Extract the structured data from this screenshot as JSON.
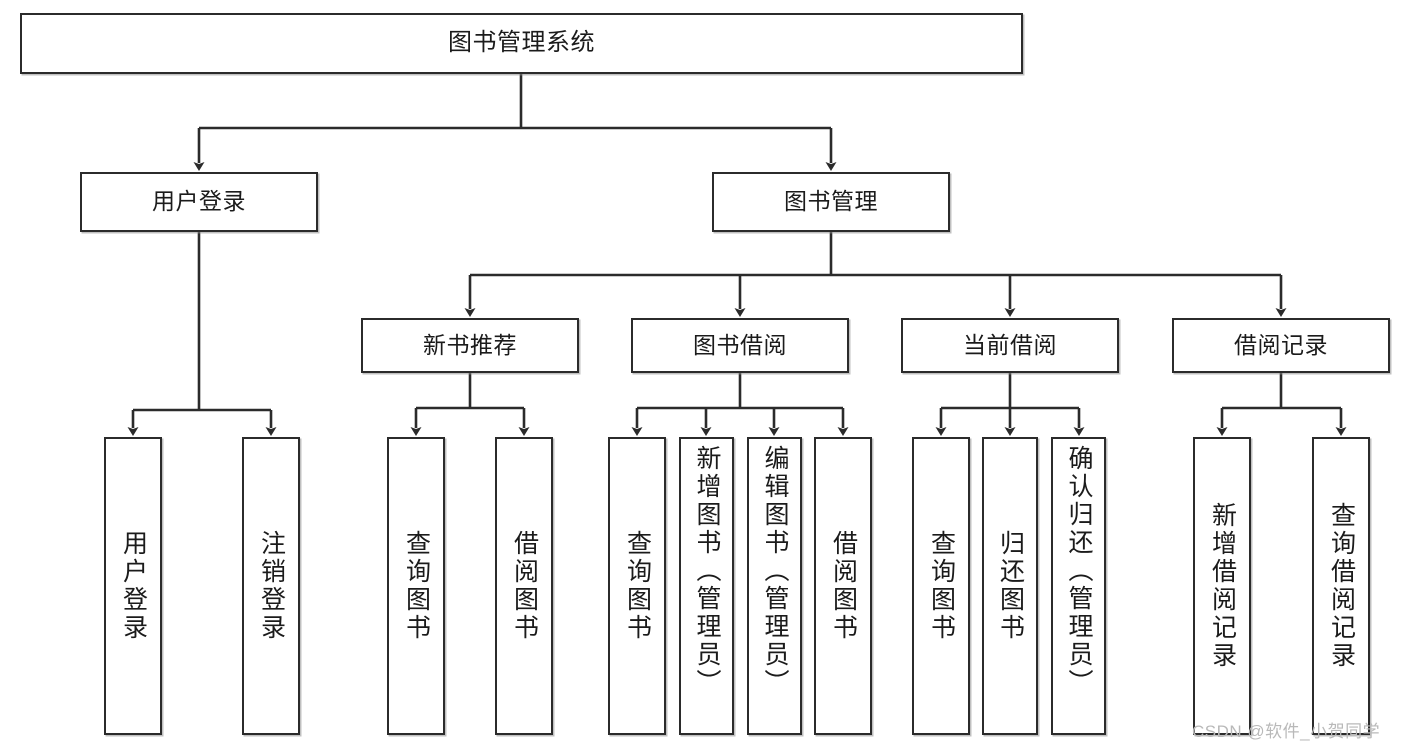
{
  "diagram": {
    "title": "图书管理系统",
    "type": "tree",
    "background_color": "#ffffff",
    "line_color": "#2b2b2b",
    "box_fill": "#ffffff"
  },
  "nodes": {
    "root": {
      "label": "图书管理系统"
    },
    "level2": [
      {
        "label": "用户登录"
      },
      {
        "label": "图书管理"
      }
    ],
    "level3": [
      {
        "label": "新书推荐"
      },
      {
        "label": "图书借阅"
      },
      {
        "label": "当前借阅"
      },
      {
        "label": "借阅记录"
      }
    ],
    "leaves": {
      "user_login": [
        {
          "label": "用户登录"
        },
        {
          "label": "注销登录"
        }
      ],
      "new_book_recommend": [
        {
          "label": "查询图书"
        },
        {
          "label": "借阅图书"
        }
      ],
      "book_borrow": [
        {
          "label": "查询图书"
        },
        {
          "label": "新增图书（管理员）"
        },
        {
          "label": "编辑图书（管理员）"
        },
        {
          "label": "借阅图书"
        }
      ],
      "current_borrow": [
        {
          "label": "查询图书"
        },
        {
          "label": "归还图书"
        },
        {
          "label": "确认归还（管理员）"
        }
      ],
      "borrow_record": [
        {
          "label": "新增借阅记录"
        },
        {
          "label": "查询借阅记录"
        }
      ]
    }
  },
  "watermark": {
    "text": "CSDN @软件_小贺同学"
  }
}
